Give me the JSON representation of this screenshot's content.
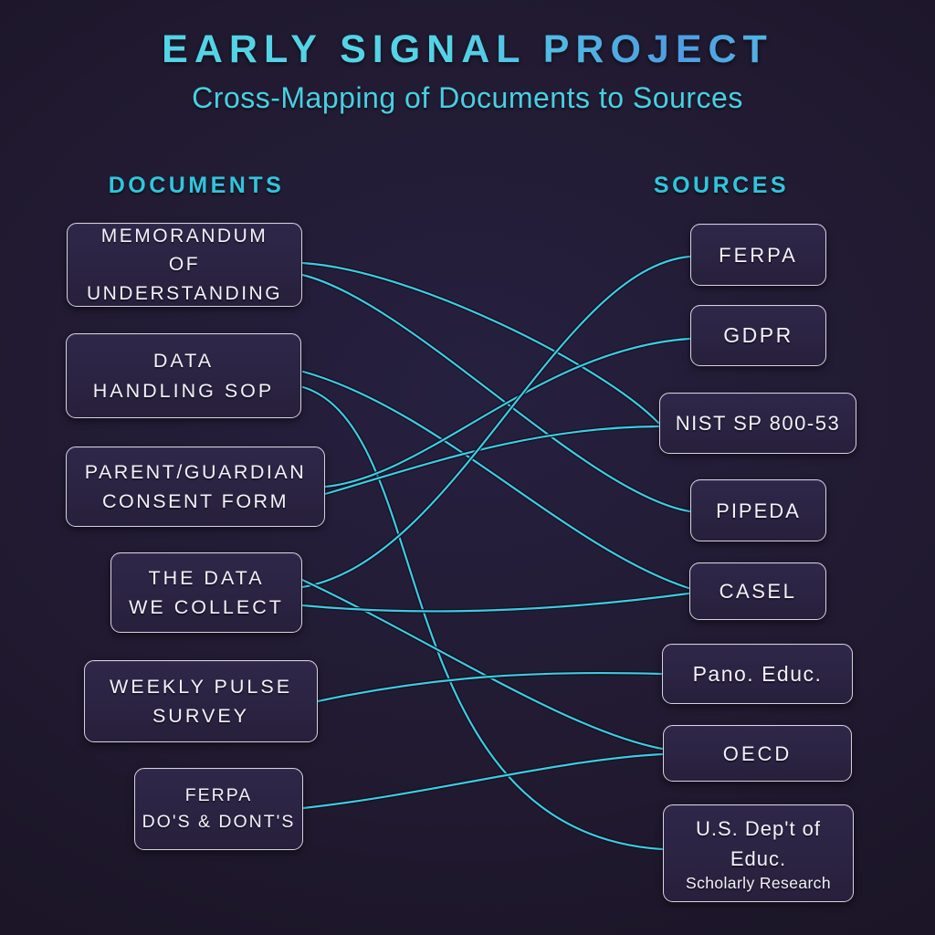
{
  "title": "EARLY SIGNAL PROJECT",
  "subtitle": "Cross-Mapping of Documents to Sources",
  "columns": {
    "left": "DOCUMENTS",
    "right": "SOURCES"
  },
  "documents": [
    {
      "id": "mou",
      "label": "MEMORANDUM\nOF UNDERSTANDING"
    },
    {
      "id": "dhs",
      "label": "DATA\nHANDLING SOP"
    },
    {
      "id": "pgcf",
      "label": "PARENT/GUARDIAN\nCONSENT FORM"
    },
    {
      "id": "tdwc",
      "label": "THE DATA\nWE COLLECT"
    },
    {
      "id": "wps",
      "label": "WEEKLY PULSE\nSURVEY"
    },
    {
      "id": "fdd",
      "label": "FERPA\nDO'S & DONT'S"
    }
  ],
  "sources": [
    {
      "id": "ferpa",
      "label": "FERPA"
    },
    {
      "id": "gdpr",
      "label": "GDPR"
    },
    {
      "id": "nist",
      "label": "NIST SP 800-53"
    },
    {
      "id": "pipeda",
      "label": "PIPEDA"
    },
    {
      "id": "casel",
      "label": "CASEL"
    },
    {
      "id": "pano",
      "label": "Pano. Educ."
    },
    {
      "id": "oecd",
      "label": "OECD"
    },
    {
      "id": "usde",
      "label": "U.S. Dep't of\nEduc.",
      "sub_label": "Scholarly Research"
    }
  ],
  "mappings": [
    {
      "from": "mou",
      "to": "nist"
    },
    {
      "from": "mou",
      "to": "pipeda"
    },
    {
      "from": "dhs",
      "to": "casel"
    },
    {
      "from": "dhs",
      "to": "usde"
    },
    {
      "from": "pgcf",
      "to": "gdpr"
    },
    {
      "from": "pgcf",
      "to": "nist"
    },
    {
      "from": "tdwc",
      "to": "ferpa"
    },
    {
      "from": "tdwc",
      "to": "oecd"
    },
    {
      "from": "tdwc",
      "to": "casel"
    },
    {
      "from": "wps",
      "to": "pano"
    },
    {
      "from": "fdd",
      "to": "oecd"
    }
  ],
  "theme": {
    "background": "#211a31",
    "background_mid": "#262040",
    "background_dark": "#1b1527",
    "title_cyan": "#54d3e7",
    "title_blue": "#4f9ce2",
    "subtitle_color": "#49cfe2",
    "column_header_color": "#2fc6dc",
    "edge_color": "#3ecbe3",
    "edge_halo": "#0d0d1a",
    "node_border": "#d6d2e2",
    "node_fill_top": "#2f2749",
    "node_fill_bottom": "#27203c",
    "node_text": "#f3f1f9"
  }
}
